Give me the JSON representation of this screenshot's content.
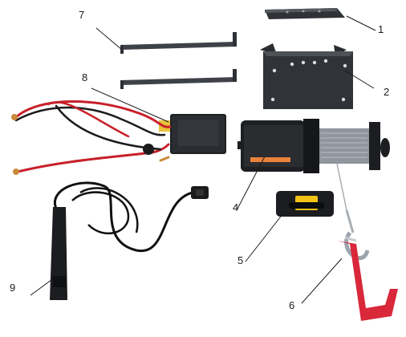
{
  "figure": {
    "callouts": [
      {
        "id": "1",
        "label": "1"
      },
      {
        "id": "2",
        "label": "2"
      },
      {
        "id": "4",
        "label": "4"
      },
      {
        "id": "5",
        "label": "5"
      },
      {
        "id": "6",
        "label": "6"
      },
      {
        "id": "7",
        "label": "7"
      },
      {
        "id": "8",
        "label": "8"
      },
      {
        "id": "9",
        "label": "9"
      }
    ],
    "parts": {
      "1": "mounting-plate-top",
      "2": "mounting-plate-bracket",
      "4": "winch-drum",
      "5": "fairlead",
      "6": "hook-strap",
      "7": "mounting-rails",
      "8": "contactor-box",
      "9": "remote-switch"
    },
    "colors": {
      "metal_dark": "#3a3d42",
      "metal_mid": "#5a5e63",
      "cable_red": "#c8202a",
      "cable_black": "#1b1b1b",
      "strap_red": "#d8283a",
      "warning_yellow": "#f2c315",
      "copper": "#c98a3a"
    }
  }
}
